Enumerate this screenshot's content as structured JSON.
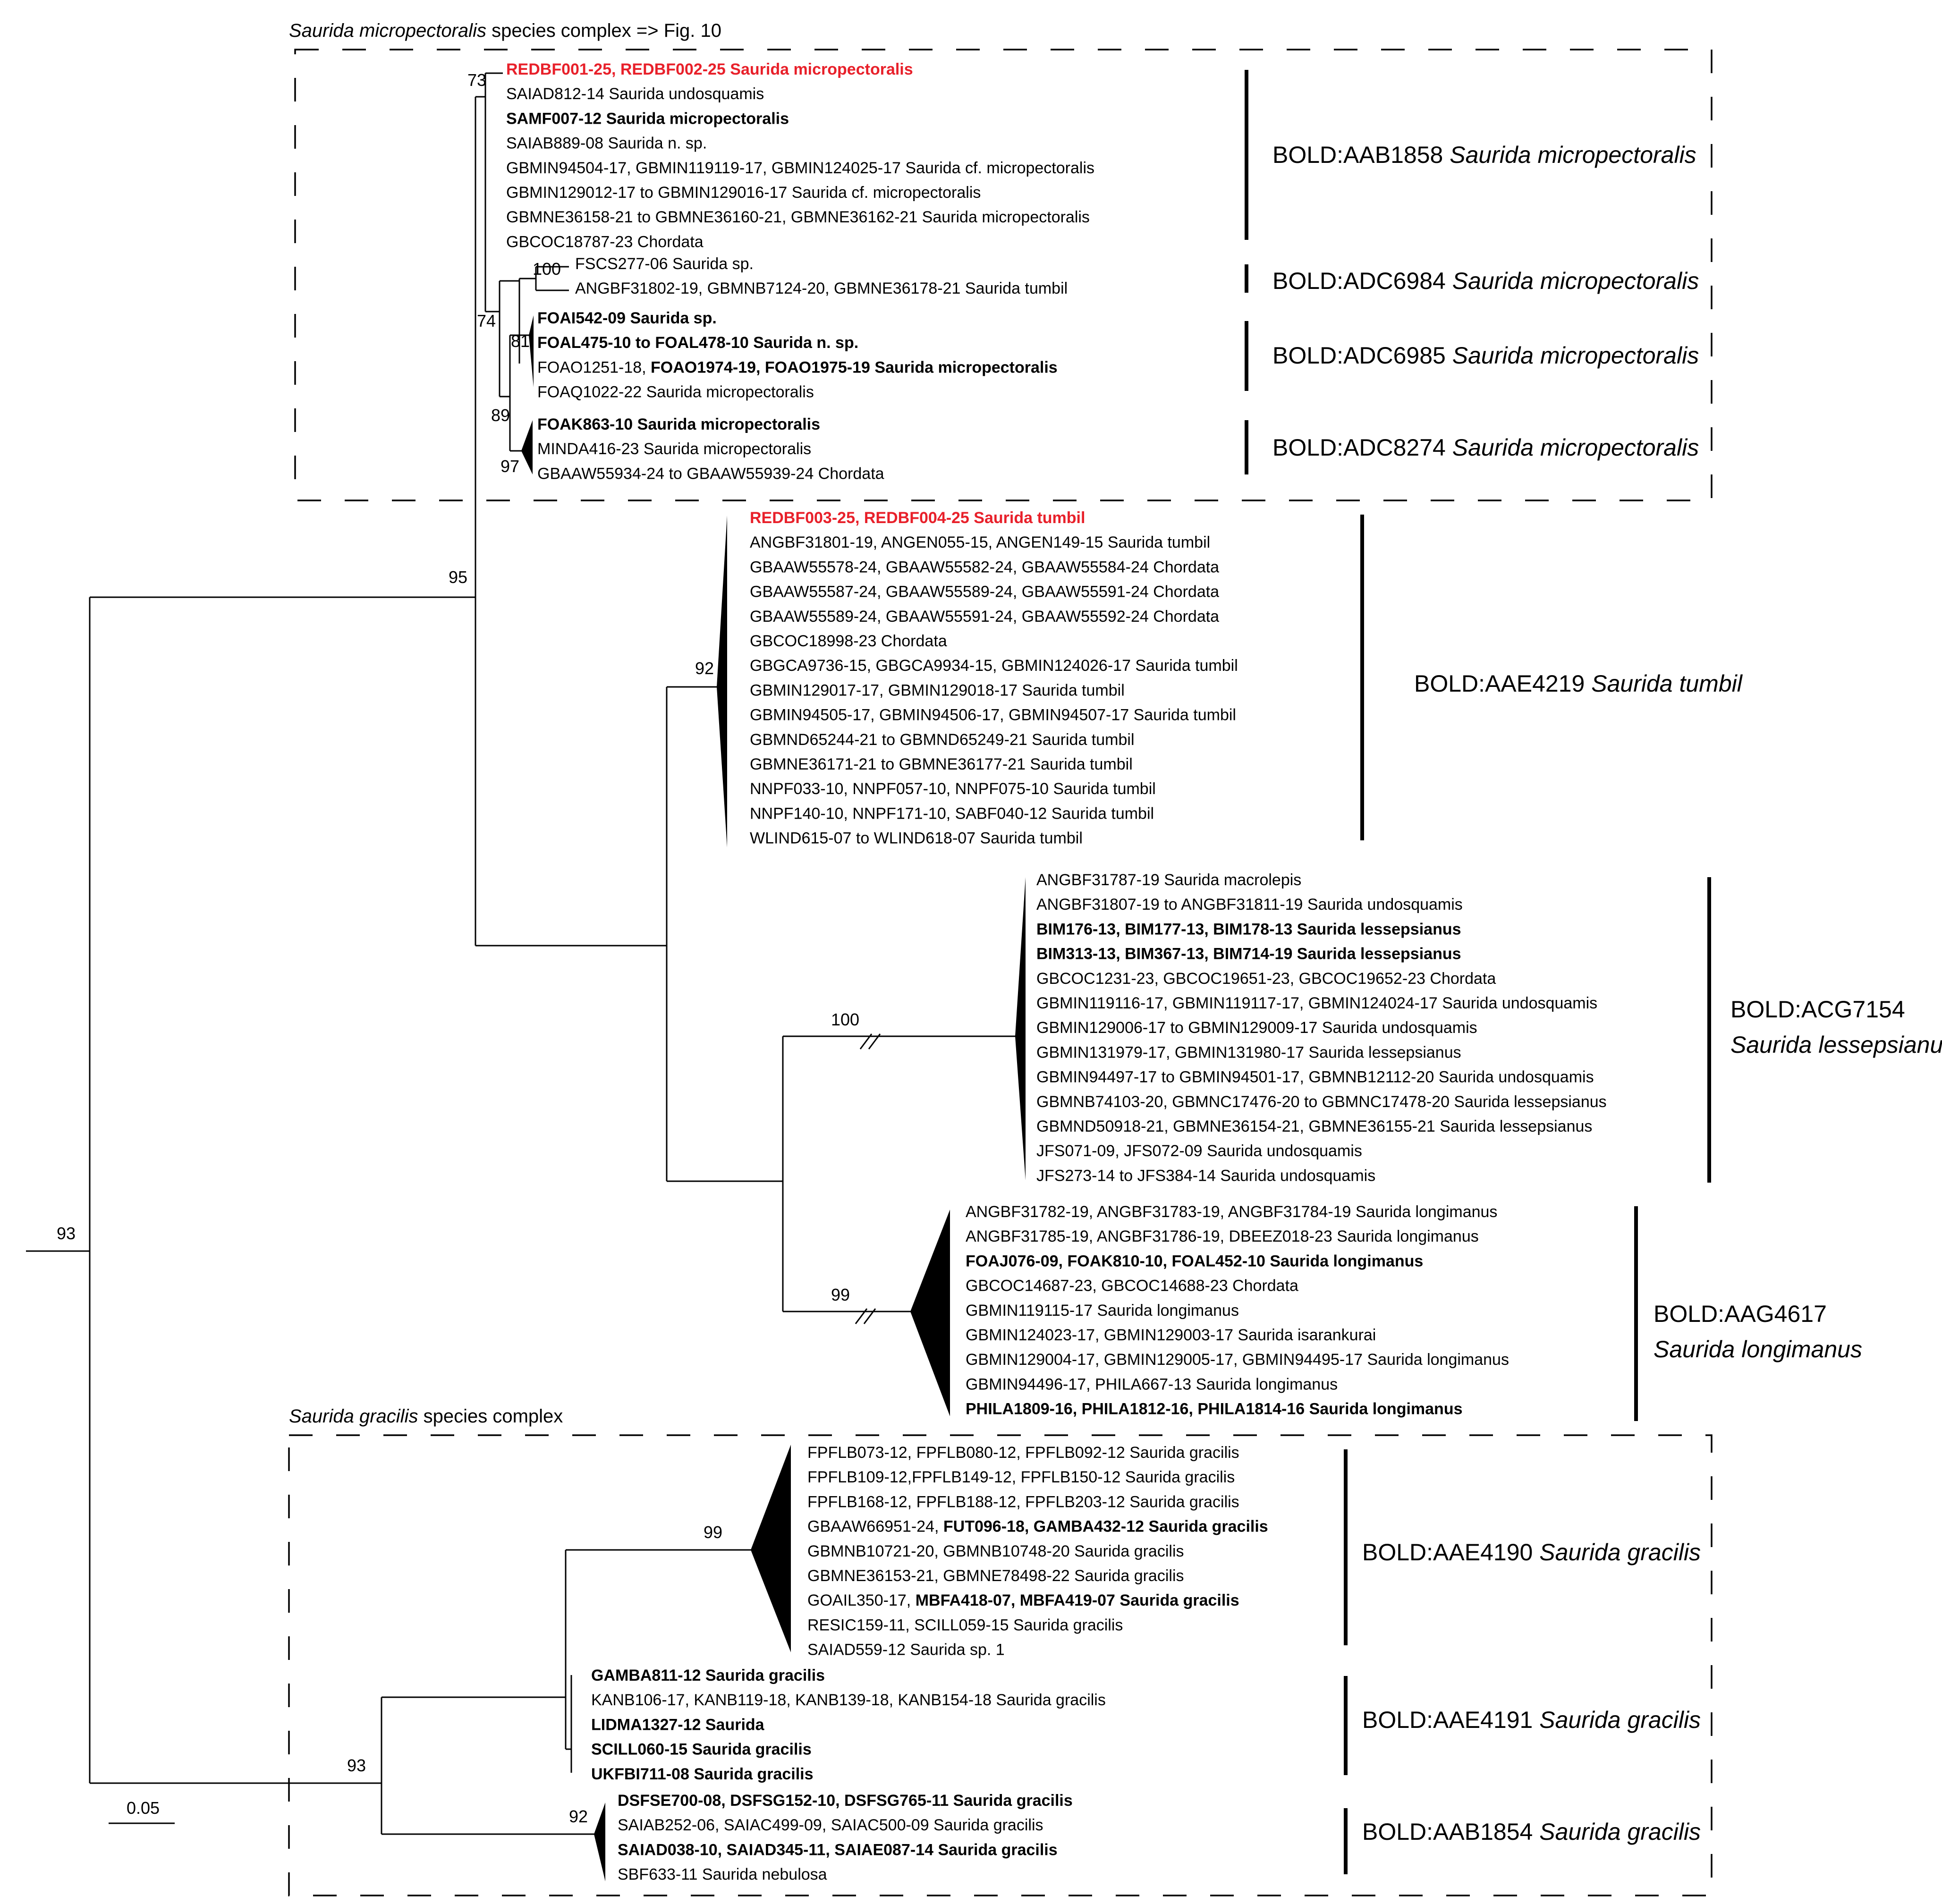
{
  "colors": {
    "line": "#000000",
    "highlight": "#e8202a"
  },
  "complexes": [
    {
      "id": "micro",
      "name": "Saurida micropectoralis",
      "suffix": " species complex => Fig. 10"
    },
    {
      "id": "grac",
      "name": "Saurida gracilis",
      "suffix": " species complex"
    }
  ],
  "scale_bar": {
    "label": "0.05"
  },
  "bootstrap": [
    {
      "id": "b73",
      "value": "73"
    },
    {
      "id": "b100a",
      "value": "100"
    },
    {
      "id": "b74",
      "value": "74"
    },
    {
      "id": "b81",
      "value": "81"
    },
    {
      "id": "b89",
      "value": "89"
    },
    {
      "id": "b97",
      "value": "97"
    },
    {
      "id": "b95",
      "value": "95"
    },
    {
      "id": "b92a",
      "value": "92"
    },
    {
      "id": "b100b",
      "value": "100"
    },
    {
      "id": "b99a",
      "value": "99"
    },
    {
      "id": "b93a",
      "value": "93"
    },
    {
      "id": "b99b",
      "value": "99"
    },
    {
      "id": "b93b",
      "value": "93"
    },
    {
      "id": "b92b",
      "value": "92"
    }
  ],
  "bins": [
    {
      "id": "AAB1858",
      "code": "BOLD:AAB1858",
      "species": "Saurida micropectoralis"
    },
    {
      "id": "ADC6984",
      "code": "BOLD:ADC6984",
      "species": "Saurida micropectoralis"
    },
    {
      "id": "ADC6985",
      "code": "BOLD:ADC6985",
      "species": "Saurida micropectoralis"
    },
    {
      "id": "ADC8274",
      "code": "BOLD:ADC8274",
      "species": "Saurida micropectoralis"
    },
    {
      "id": "AAE4219",
      "code": "BOLD:AAE4219",
      "species": "Saurida tumbil"
    },
    {
      "id": "ACG7154",
      "code": "BOLD:ACG7154",
      "species": "Saurida lessepsianus"
    },
    {
      "id": "AAG4617",
      "code": "BOLD:AAG4617",
      "species": "Saurida longimanus"
    },
    {
      "id": "AAE4190",
      "code": "BOLD:AAE4190",
      "species": "Saurida gracilis"
    },
    {
      "id": "AAE4191",
      "code": "BOLD:AAE4191",
      "species": "Saurida gracilis"
    },
    {
      "id": "AAB1854",
      "code": "BOLD:AAB1854",
      "species": "Saurida gracilis"
    }
  ],
  "taxa": [
    {
      "group": "AAB1858",
      "segments": [
        {
          "text": "REDBF001-25, REDBF002-25 Saurida micropectoralis",
          "style": "red"
        }
      ]
    },
    {
      "group": "AAB1858",
      "segments": [
        {
          "text": "SAIAD812-14 Saurida undosquamis"
        }
      ]
    },
    {
      "group": "AAB1858",
      "segments": [
        {
          "text": "SAMF007-12 Saurida micropectoralis",
          "style": "b"
        }
      ]
    },
    {
      "group": "AAB1858",
      "segments": [
        {
          "text": "SAIAB889-08 Saurida n. sp."
        }
      ]
    },
    {
      "group": "AAB1858",
      "segments": [
        {
          "text": "GBMIN94504-17, GBMIN119119-17, GBMIN124025-17 Saurida cf. micropectoralis"
        }
      ]
    },
    {
      "group": "AAB1858",
      "segments": [
        {
          "text": "GBMIN129012-17 to GBMIN129016-17 Saurida cf. micropectoralis"
        }
      ]
    },
    {
      "group": "AAB1858",
      "segments": [
        {
          "text": "GBMNE36158-21 to GBMNE36160-21, GBMNE36162-21 Saurida micropectoralis"
        }
      ]
    },
    {
      "group": "AAB1858",
      "segments": [
        {
          "text": "GBCOC18787-23 Chordata"
        }
      ]
    },
    {
      "group": "ADC6984",
      "segments": [
        {
          "text": "FSCS277-06 Saurida sp."
        }
      ]
    },
    {
      "group": "ADC6984",
      "segments": [
        {
          "text": "ANGBF31802-19, GBMNB7124-20, GBMNE36178-21 Saurida tumbil"
        }
      ]
    },
    {
      "group": "ADC6985",
      "segments": [
        {
          "text": "FOAI542-09 Saurida sp.",
          "style": "b"
        }
      ]
    },
    {
      "group": "ADC6985",
      "segments": [
        {
          "text": "FOAL475-10 to FOAL478-10 Saurida n. sp.",
          "style": "b"
        }
      ]
    },
    {
      "group": "ADC6985",
      "segments": [
        {
          "text": "FOAO1251-18, "
        },
        {
          "text": "FOAO1974-19, FOAO1975-19 Saurida micropectoralis",
          "style": "b"
        }
      ]
    },
    {
      "group": "ADC6985",
      "segments": [
        {
          "text": "FOAQ1022-22 Saurida micropectoralis"
        }
      ]
    },
    {
      "group": "ADC8274",
      "segments": [
        {
          "text": "FOAK863-10 Saurida micropectoralis",
          "style": "b"
        }
      ]
    },
    {
      "group": "ADC8274",
      "segments": [
        {
          "text": "MINDA416-23 Saurida micropectoralis"
        }
      ]
    },
    {
      "group": "ADC8274",
      "segments": [
        {
          "text": "GBAAW55934-24 to GBAAW55939-24 Chordata"
        }
      ]
    },
    {
      "group": "AAE4219",
      "segments": [
        {
          "text": "REDBF003-25, REDBF004-25 Saurida tumbil",
          "style": "red"
        }
      ]
    },
    {
      "group": "AAE4219",
      "segments": [
        {
          "text": "ANGBF31801-19, ANGEN055-15, ANGEN149-15 Saurida tumbil"
        }
      ]
    },
    {
      "group": "AAE4219",
      "segments": [
        {
          "text": "GBAAW55578-24, GBAAW55582-24, GBAAW55584-24 Chordata"
        }
      ]
    },
    {
      "group": "AAE4219",
      "segments": [
        {
          "text": "GBAAW55587-24, GBAAW55589-24, GBAAW55591-24 Chordata"
        }
      ]
    },
    {
      "group": "AAE4219",
      "segments": [
        {
          "text": "GBAAW55589-24, GBAAW55591-24, GBAAW55592-24 Chordata"
        }
      ]
    },
    {
      "group": "AAE4219",
      "segments": [
        {
          "text": "GBCOC18998-23 Chordata"
        }
      ]
    },
    {
      "group": "AAE4219",
      "segments": [
        {
          "text": "GBGCA9736-15, GBGCA9934-15, GBMIN124026-17 Saurida tumbil"
        }
      ]
    },
    {
      "group": "AAE4219",
      "segments": [
        {
          "text": "GBMIN129017-17, GBMIN129018-17 Saurida tumbil"
        }
      ]
    },
    {
      "group": "AAE4219",
      "segments": [
        {
          "text": "GBMIN94505-17, GBMIN94506-17, GBMIN94507-17 Saurida tumbil"
        }
      ]
    },
    {
      "group": "AAE4219",
      "segments": [
        {
          "text": "GBMND65244-21 to GBMND65249-21 Saurida tumbil"
        }
      ]
    },
    {
      "group": "AAE4219",
      "segments": [
        {
          "text": "GBMNE36171-21 to GBMNE36177-21 Saurida tumbil"
        }
      ]
    },
    {
      "group": "AAE4219",
      "segments": [
        {
          "text": "NNPF033-10, NNPF057-10, NNPF075-10 Saurida tumbil"
        }
      ]
    },
    {
      "group": "AAE4219",
      "segments": [
        {
          "text": "NNPF140-10, NNPF171-10, SABF040-12 Saurida tumbil"
        }
      ]
    },
    {
      "group": "AAE4219",
      "segments": [
        {
          "text": "WLIND615-07 to WLIND618-07 Saurida tumbil"
        }
      ]
    },
    {
      "group": "ACG7154",
      "segments": [
        {
          "text": "ANGBF31787-19 Saurida macrolepis"
        }
      ]
    },
    {
      "group": "ACG7154",
      "segments": [
        {
          "text": "ANGBF31807-19 to ANGBF31811-19 Saurida undosquamis"
        }
      ]
    },
    {
      "group": "ACG7154",
      "segments": [
        {
          "text": "BIM176-13, BIM177-13, BIM178-13 Saurida lessepsianus",
          "style": "b"
        }
      ]
    },
    {
      "group": "ACG7154",
      "segments": [
        {
          "text": "BIM313-13, BIM367-13, BIM714-19 Saurida lessepsianus",
          "style": "b"
        }
      ]
    },
    {
      "group": "ACG7154",
      "segments": [
        {
          "text": "GBCOC1231-23, GBCOC19651-23, GBCOC19652-23 Chordata"
        }
      ]
    },
    {
      "group": "ACG7154",
      "segments": [
        {
          "text": "GBMIN119116-17, GBMIN119117-17, GBMIN124024-17 Saurida undosquamis"
        }
      ]
    },
    {
      "group": "ACG7154",
      "segments": [
        {
          "text": "GBMIN129006-17 to GBMIN129009-17 Saurida undosquamis"
        }
      ]
    },
    {
      "group": "ACG7154",
      "segments": [
        {
          "text": "GBMIN131979-17, GBMIN131980-17 Saurida lessepsianus"
        }
      ]
    },
    {
      "group": "ACG7154",
      "segments": [
        {
          "text": "GBMIN94497-17 to GBMIN94501-17, GBMNB12112-20 Saurida undosquamis"
        }
      ]
    },
    {
      "group": "ACG7154",
      "segments": [
        {
          "text": "GBMNB74103-20, GBMNC17476-20 to GBMNC17478-20 Saurida lessepsianus"
        }
      ]
    },
    {
      "group": "ACG7154",
      "segments": [
        {
          "text": "GBMND50918-21, GBMNE36154-21, GBMNE36155-21 Saurida lessepsianus"
        }
      ]
    },
    {
      "group": "ACG7154",
      "segments": [
        {
          "text": "JFS071-09, JFS072-09 Saurida undosquamis"
        }
      ]
    },
    {
      "group": "ACG7154",
      "segments": [
        {
          "text": "JFS273-14 to JFS384-14 Saurida undosquamis"
        }
      ]
    },
    {
      "group": "AAG4617",
      "segments": [
        {
          "text": "ANGBF31782-19, ANGBF31783-19, ANGBF31784-19 Saurida longimanus"
        }
      ]
    },
    {
      "group": "AAG4617",
      "segments": [
        {
          "text": "ANGBF31785-19, ANGBF31786-19, DBEEZ018-23 Saurida longimanus"
        }
      ]
    },
    {
      "group": "AAG4617",
      "segments": [
        {
          "text": "FOAJ076-09, FOAK810-10, FOAL452-10 Saurida longimanus",
          "style": "b"
        }
      ]
    },
    {
      "group": "AAG4617",
      "segments": [
        {
          "text": "GBCOC14687-23, GBCOC14688-23 Chordata"
        }
      ]
    },
    {
      "group": "AAG4617",
      "segments": [
        {
          "text": "GBMIN119115-17 Saurida longimanus"
        }
      ]
    },
    {
      "group": "AAG4617",
      "segments": [
        {
          "text": "GBMIN124023-17, GBMIN129003-17 Saurida isarankurai"
        }
      ]
    },
    {
      "group": "AAG4617",
      "segments": [
        {
          "text": "GBMIN129004-17, GBMIN129005-17, GBMIN94495-17 Saurida longimanus"
        }
      ]
    },
    {
      "group": "AAG4617",
      "segments": [
        {
          "text": "GBMIN94496-17, PHILA667-13 Saurida longimanus"
        }
      ]
    },
    {
      "group": "AAG4617",
      "segments": [
        {
          "text": "PHILA1809-16, PHILA1812-16, PHILA1814-16 Saurida longimanus",
          "style": "b"
        }
      ]
    },
    {
      "group": "AAE4190",
      "segments": [
        {
          "text": "FPFLB073-12, FPFLB080-12, FPFLB092-12 Saurida gracilis"
        }
      ]
    },
    {
      "group": "AAE4190",
      "segments": [
        {
          "text": "FPFLB109-12,FPFLB149-12, FPFLB150-12  Saurida gracilis"
        }
      ]
    },
    {
      "group": "AAE4190",
      "segments": [
        {
          "text": "FPFLB168-12, FPFLB188-12, FPFLB203-12 Saurida gracilis"
        }
      ]
    },
    {
      "group": "AAE4190",
      "segments": [
        {
          "text": "GBAAW66951-24, "
        },
        {
          "text": "FUT096-18, GAMBA432-12 Saurida gracilis",
          "style": "b"
        }
      ]
    },
    {
      "group": "AAE4190",
      "segments": [
        {
          "text": "GBMNB10721-20, GBMNB10748-20 Saurida gracilis"
        }
      ]
    },
    {
      "group": "AAE4190",
      "segments": [
        {
          "text": "GBMNE36153-21, GBMNE78498-22 Saurida gracilis"
        }
      ]
    },
    {
      "group": "AAE4190",
      "segments": [
        {
          "text": "GOAIL350-17, "
        },
        {
          "text": "MBFA418-07, MBFA419-07  Saurida gracilis",
          "style": "b"
        }
      ]
    },
    {
      "group": "AAE4190",
      "segments": [
        {
          "text": "RESIC159-11, SCILL059-15  Saurida gracilis"
        }
      ]
    },
    {
      "group": "AAE4190",
      "segments": [
        {
          "text": "SAIAD559-12 Saurida sp. 1"
        }
      ]
    },
    {
      "group": "AAE4191",
      "segments": [
        {
          "text": "GAMBA811-12 Saurida gracilis",
          "style": "b"
        }
      ]
    },
    {
      "group": "AAE4191",
      "segments": [
        {
          "text": "KANB106-17, KANB119-18, KANB139-18, KANB154-18  Saurida gracilis"
        }
      ]
    },
    {
      "group": "AAE4191",
      "segments": [
        {
          "text": "LIDMA1327-12 Saurida",
          "style": "b"
        }
      ]
    },
    {
      "group": "AAE4191",
      "segments": [
        {
          "text": "SCILL060-15 Saurida gracilis",
          "style": "b"
        }
      ]
    },
    {
      "group": "AAE4191",
      "segments": [
        {
          "text": "UKFBI711-08 Saurida gracilis",
          "style": "b"
        }
      ]
    },
    {
      "group": "AAB1854",
      "segments": [
        {
          "text": "DSFSE700-08, DSFSG152-10, DSFSG765-11 Saurida gracilis",
          "style": "b"
        }
      ]
    },
    {
      "group": "AAB1854",
      "segments": [
        {
          "text": "SAIAB252-06, SAIAC499-09, SAIAC500-09 Saurida gracilis"
        }
      ]
    },
    {
      "group": "AAB1854",
      "segments": [
        {
          "text": "SAIAD038-10, SAIAD345-11, SAIAE087-14 Saurida gracilis",
          "style": "b"
        }
      ]
    },
    {
      "group": "AAB1854",
      "segments": [
        {
          "text": "SBF633-11 Saurida nebulosa"
        }
      ]
    }
  ]
}
